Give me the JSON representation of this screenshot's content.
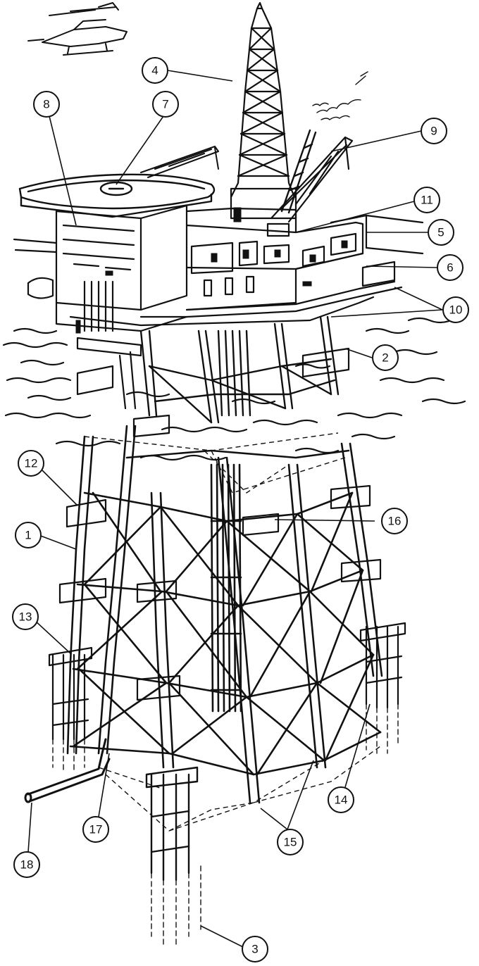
{
  "callouts": [
    {
      "id": "1",
      "label": "1"
    },
    {
      "id": "2",
      "label": "2"
    },
    {
      "id": "3",
      "label": "3"
    },
    {
      "id": "4",
      "label": "4"
    },
    {
      "id": "5",
      "label": "5"
    },
    {
      "id": "6",
      "label": "6"
    },
    {
      "id": "7",
      "label": "7"
    },
    {
      "id": "8",
      "label": "8"
    },
    {
      "id": "9",
      "label": "9"
    },
    {
      "id": "10",
      "label": "10"
    },
    {
      "id": "11",
      "label": "11"
    },
    {
      "id": "12",
      "label": "12"
    },
    {
      "id": "13",
      "label": "13"
    },
    {
      "id": "14",
      "label": "14"
    },
    {
      "id": "15",
      "label": "15"
    },
    {
      "id": "16",
      "label": "16"
    },
    {
      "id": "17",
      "label": "17"
    },
    {
      "id": "18",
      "label": "18"
    }
  ],
  "colors": {
    "ink": "#111111",
    "paper": "#ffffff"
  }
}
